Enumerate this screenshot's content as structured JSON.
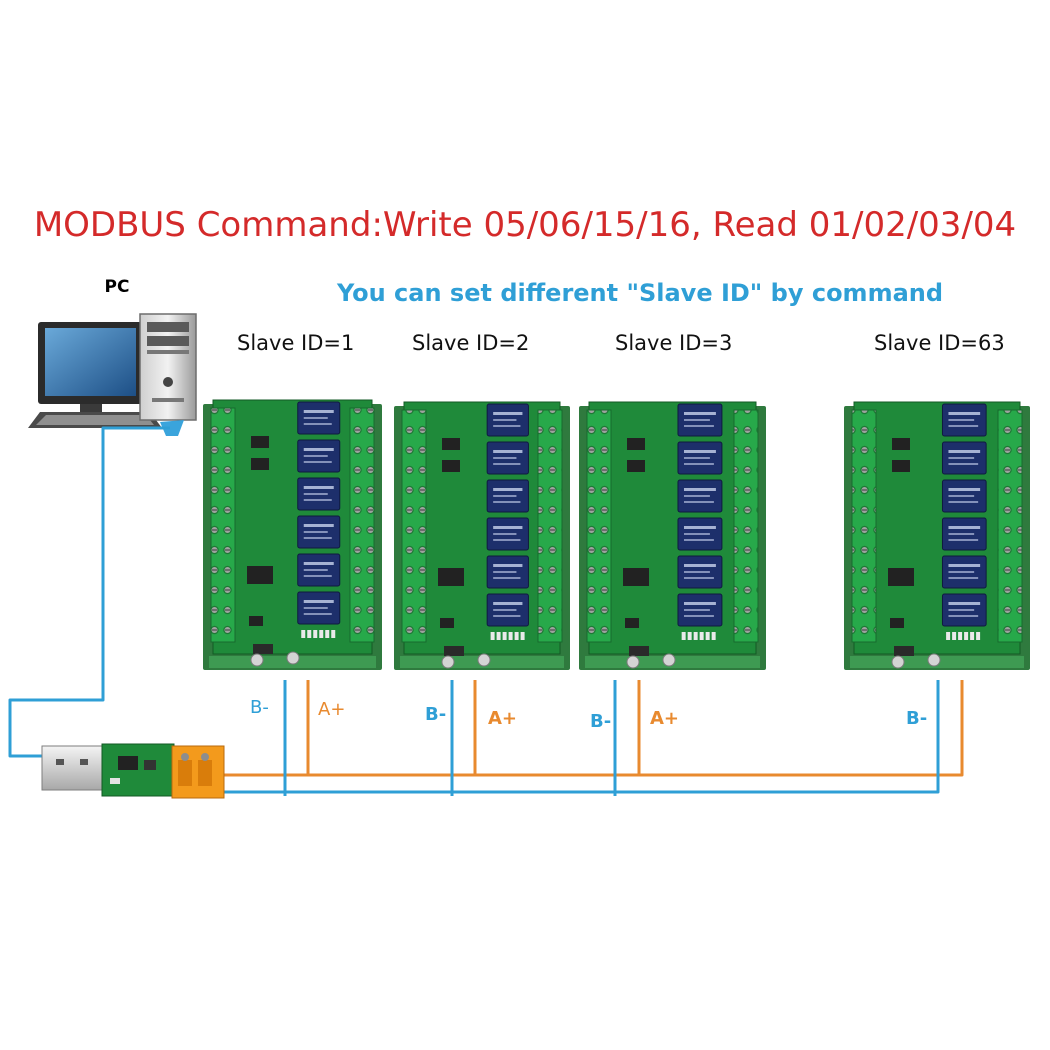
{
  "diagram": {
    "title": "MODBUS Command:Write 05/06/15/16, Read 01/02/03/04",
    "subtitle": "You can set different \"Slave ID\" by command",
    "pc_label": "PC",
    "slaves": [
      {
        "label": "Slave ID=1",
        "b_label": "B-",
        "a_label": "A+"
      },
      {
        "label": "Slave ID=2",
        "b_label": "B-",
        "a_label": "A+"
      },
      {
        "label": "Slave ID=3",
        "b_label": "B-",
        "a_label": "A+"
      },
      {
        "label": "Slave ID=63",
        "b_label": "B-"
      }
    ],
    "colors": {
      "title": "#d42a2a",
      "subtitle": "#2f9fd6",
      "wire_b": "#2f9fd6",
      "wire_a": "#e88a2f",
      "pcb_green": "#1f8a3a",
      "relay_blue": "#1d2f6b",
      "terminal_green": "#27a94a",
      "dongle_orange": "#f39a1c"
    }
  }
}
